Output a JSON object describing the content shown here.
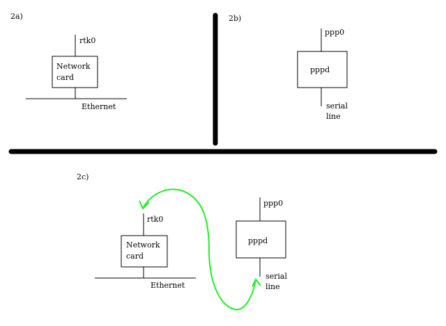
{
  "panel_2a": {
    "label": "2a)",
    "interface": "rtk0",
    "box_line1": "Network",
    "box_line2": "card",
    "bus": "Ethernet"
  },
  "panel_2b": {
    "label": "2b)",
    "interface": "ppp0",
    "box": "pppd",
    "line1": "serial",
    "line2": "line"
  },
  "panel_2c": {
    "label": "2c)",
    "left_interface": "rtk0",
    "left_box_line1": "Network",
    "left_box_line2": "card",
    "bus": "Ethernet",
    "right_interface": "ppp0",
    "right_box": "pppd",
    "line1": "serial",
    "line2": "line",
    "arrow_color": "#22ee22"
  },
  "colors": {
    "stroke": "#000000",
    "background": "#ffffff"
  }
}
